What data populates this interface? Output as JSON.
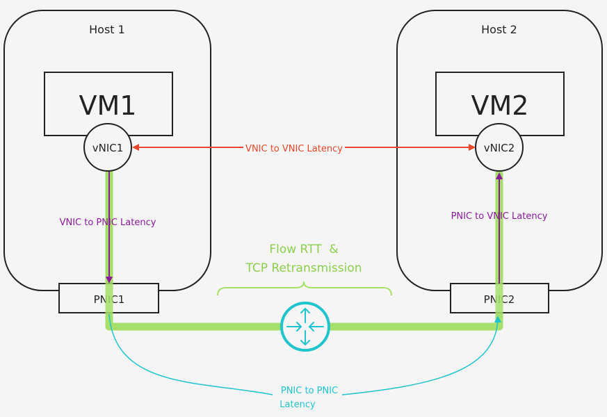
{
  "hosts": [
    {
      "label": "Host 1",
      "vm": "VM1",
      "vnic": "vNIC1",
      "pnic": "PNIC1"
    },
    {
      "label": "Host 2",
      "vm": "VM2",
      "vnic": "vNIC2",
      "pnic": "PNIC2"
    }
  ],
  "latencies": {
    "vnic_to_vnic": "VNIC to VNIC Latency",
    "vnic_to_pnic": "VNIC to PNIC Latency",
    "pnic_to_vnic": "PNIC to VNIC Latency",
    "pnic_to_pnic_line1": "PNIC to PNIC",
    "pnic_to_pnic_line2": "Latency"
  },
  "flow": {
    "line1": "Flow RTT  &",
    "line2": "TCP Retransmission"
  },
  "colors": {
    "background": "#f5f5f5",
    "red": "#e8472b",
    "purple": "#8a1a9b",
    "green": "#a6e06a",
    "green_text": "#8ccf4d",
    "cyan": "#1fc4cc",
    "outline": "#222222"
  },
  "icons": {
    "router": "router-icon"
  }
}
